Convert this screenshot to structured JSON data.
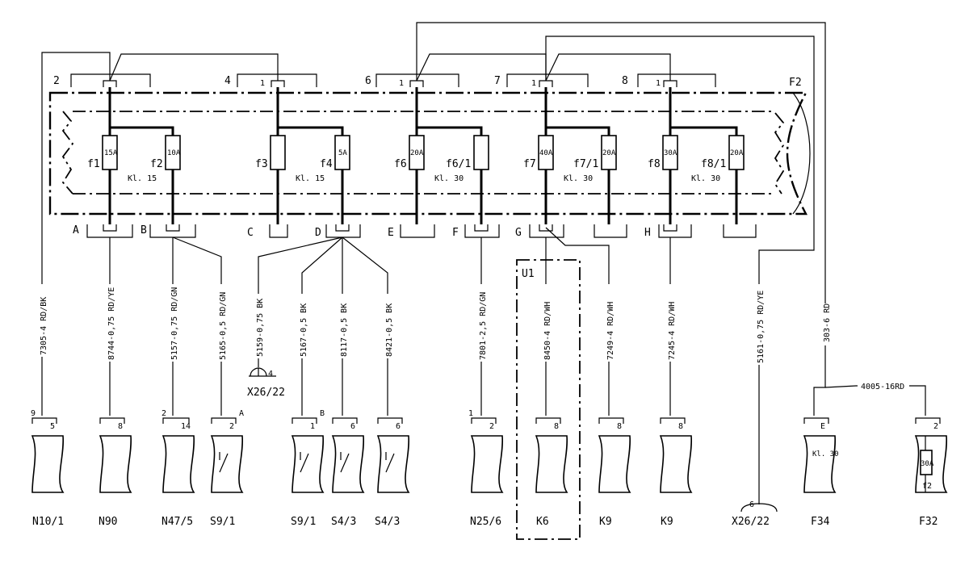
{
  "fusebox": {
    "name": "F2",
    "busbar_numbers": [
      "2",
      "4",
      "6",
      "7",
      "8"
    ],
    "busbar_pins": [
      "1",
      "1",
      "1",
      "1"
    ],
    "output_letters": [
      "A",
      "B",
      "C",
      "D",
      "E",
      "F",
      "G",
      "H"
    ],
    "fuses": [
      {
        "id": "f1",
        "rating": "15A"
      },
      {
        "id": "f2",
        "rating": "10A"
      },
      {
        "id": "f3",
        "rating": ""
      },
      {
        "id": "f4",
        "rating": "5A"
      },
      {
        "id": "f6",
        "rating": "20A"
      },
      {
        "id": "f6/1",
        "rating": ""
      },
      {
        "id": "f7",
        "rating": "40A"
      },
      {
        "id": "f7/1",
        "rating": "20A"
      },
      {
        "id": "f8",
        "rating": "30A"
      },
      {
        "id": "f8/1",
        "rating": "20A"
      }
    ],
    "terminals": [
      "Kl. 15",
      "Kl. 15",
      "Kl. 30",
      "Kl. 30",
      "Kl. 30"
    ]
  },
  "wires": [
    "7305-4 RD/BK",
    "8744-0,75 RD/YE",
    "5157-0,75 RD/GN",
    "5165-0,5 RD/GN",
    "5159-0,75 BK",
    "5167-0,5 BK",
    "8117-0,5 BK",
    "8421-0,5 BK",
    "7801-2,5 RD/GN",
    "8450-4 RD/WH",
    "7249-4 RD/WH",
    "7245-4 RD/WH",
    "5161-0,75 RD/YE",
    "303-6 RD"
  ],
  "splice_wire": "4005-16RD",
  "module_label": "U1",
  "connectors": [
    {
      "name": "N10/1",
      "pin": "5",
      "ext": "9"
    },
    {
      "name": "N90",
      "pin": "8",
      "ext": ""
    },
    {
      "name": "N47/5",
      "pin": "14",
      "ext": "2"
    },
    {
      "name": "S9/1",
      "pin": "2",
      "ext": "A"
    },
    {
      "name": "S9/1",
      "pin": "1",
      "ext": "B"
    },
    {
      "name": "S4/3",
      "pin": "6",
      "ext": ""
    },
    {
      "name": "S4/3",
      "pin": "6",
      "ext": ""
    },
    {
      "name": "N25/6",
      "pin": "2",
      "ext": "1"
    },
    {
      "name": "K6",
      "pin": "8",
      "ext": ""
    },
    {
      "name": "K9",
      "pin": "8",
      "ext": ""
    },
    {
      "name": "K9",
      "pin": "8",
      "ext": ""
    },
    {
      "name": "X26/22",
      "pin": "6",
      "ext": ""
    },
    {
      "name": "F34",
      "pin": "E",
      "ext": ""
    },
    {
      "name": "F32",
      "pin": "2",
      "ext": ""
    }
  ],
  "ground_point": {
    "name": "X26/22",
    "pin": "4"
  },
  "f34_terminal": "Kl. 30",
  "f32_fuse": {
    "rating": "30A",
    "id": "f2"
  }
}
